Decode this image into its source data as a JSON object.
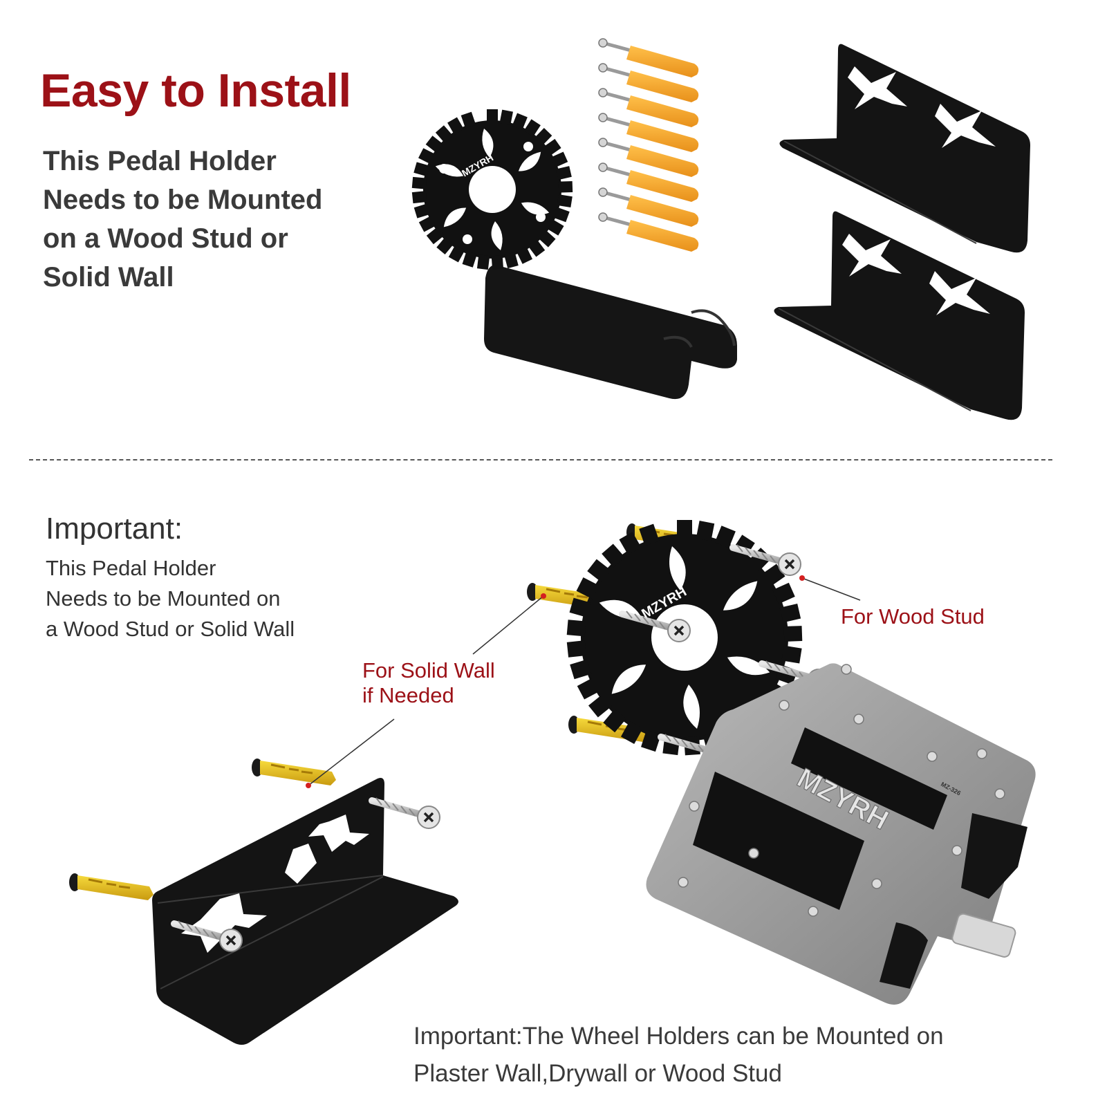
{
  "header": {
    "title": "Easy to Install",
    "intro_lines": [
      "This Pedal Holder",
      "Needs to be Mounted",
      "on a Wood Stud or",
      "Solid Wall"
    ]
  },
  "important": {
    "heading": "Important:",
    "lines": [
      "This Pedal Holder",
      "Needs to be Mounted on",
      "a Wood Stud or Solid Wall"
    ]
  },
  "callouts": {
    "wood_stud": "For Wood Stud",
    "solid_wall_lines": [
      "For Solid Wall",
      "if Needed"
    ]
  },
  "bottom_note": {
    "lines": [
      "Important:The Wheel Holders can be Mounted on",
      "Plaster Wall,Drywall or Wood Stud"
    ]
  },
  "brand": {
    "logo_text": "MZYRH",
    "model_text": "MZ-326"
  },
  "colors": {
    "title_red": "#9c1117",
    "anchor_orange": "#f5a623",
    "anchor_yellow": "#e8c21a",
    "bracket_black": "#111111",
    "pedal_gray": "#9a9a9a"
  }
}
